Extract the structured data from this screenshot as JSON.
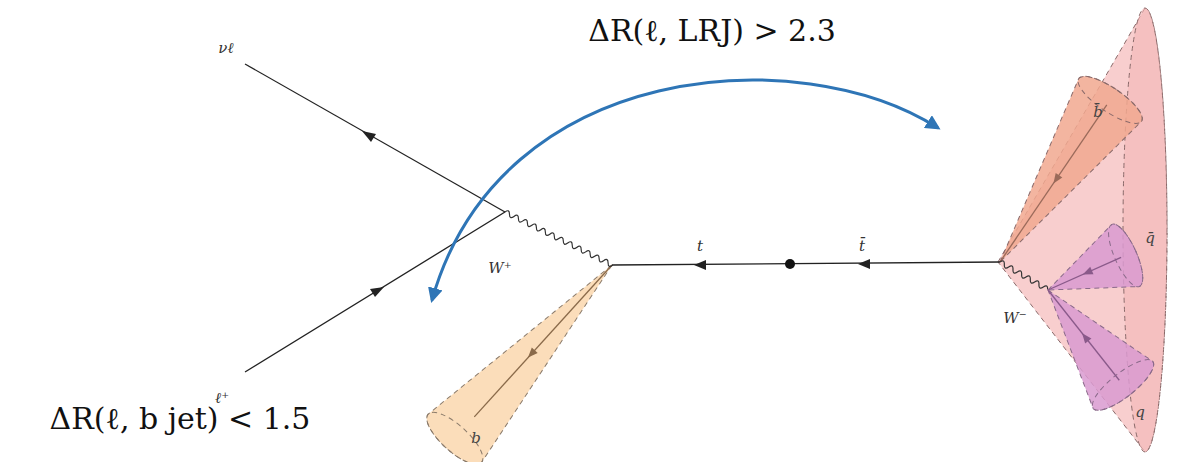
{
  "diagram": {
    "nodes": [
      {
        "text": [
          "b̄"
        ]
      },
      {
        "text": [
          "q̄"
        ]
      },
      {
        "text": [
          "q"
        ]
      },
      {
        "text": [
          "b"
        ]
      }
    ],
    "labels": [
      "ΔR(ℓ, LRJ) > 2.3",
      "νℓ",
      "ℓ⁺",
      "W⁺",
      "t",
      "t̄",
      "W⁻",
      "ΔR(ℓ, b jet) < 1.5"
    ]
  }
}
